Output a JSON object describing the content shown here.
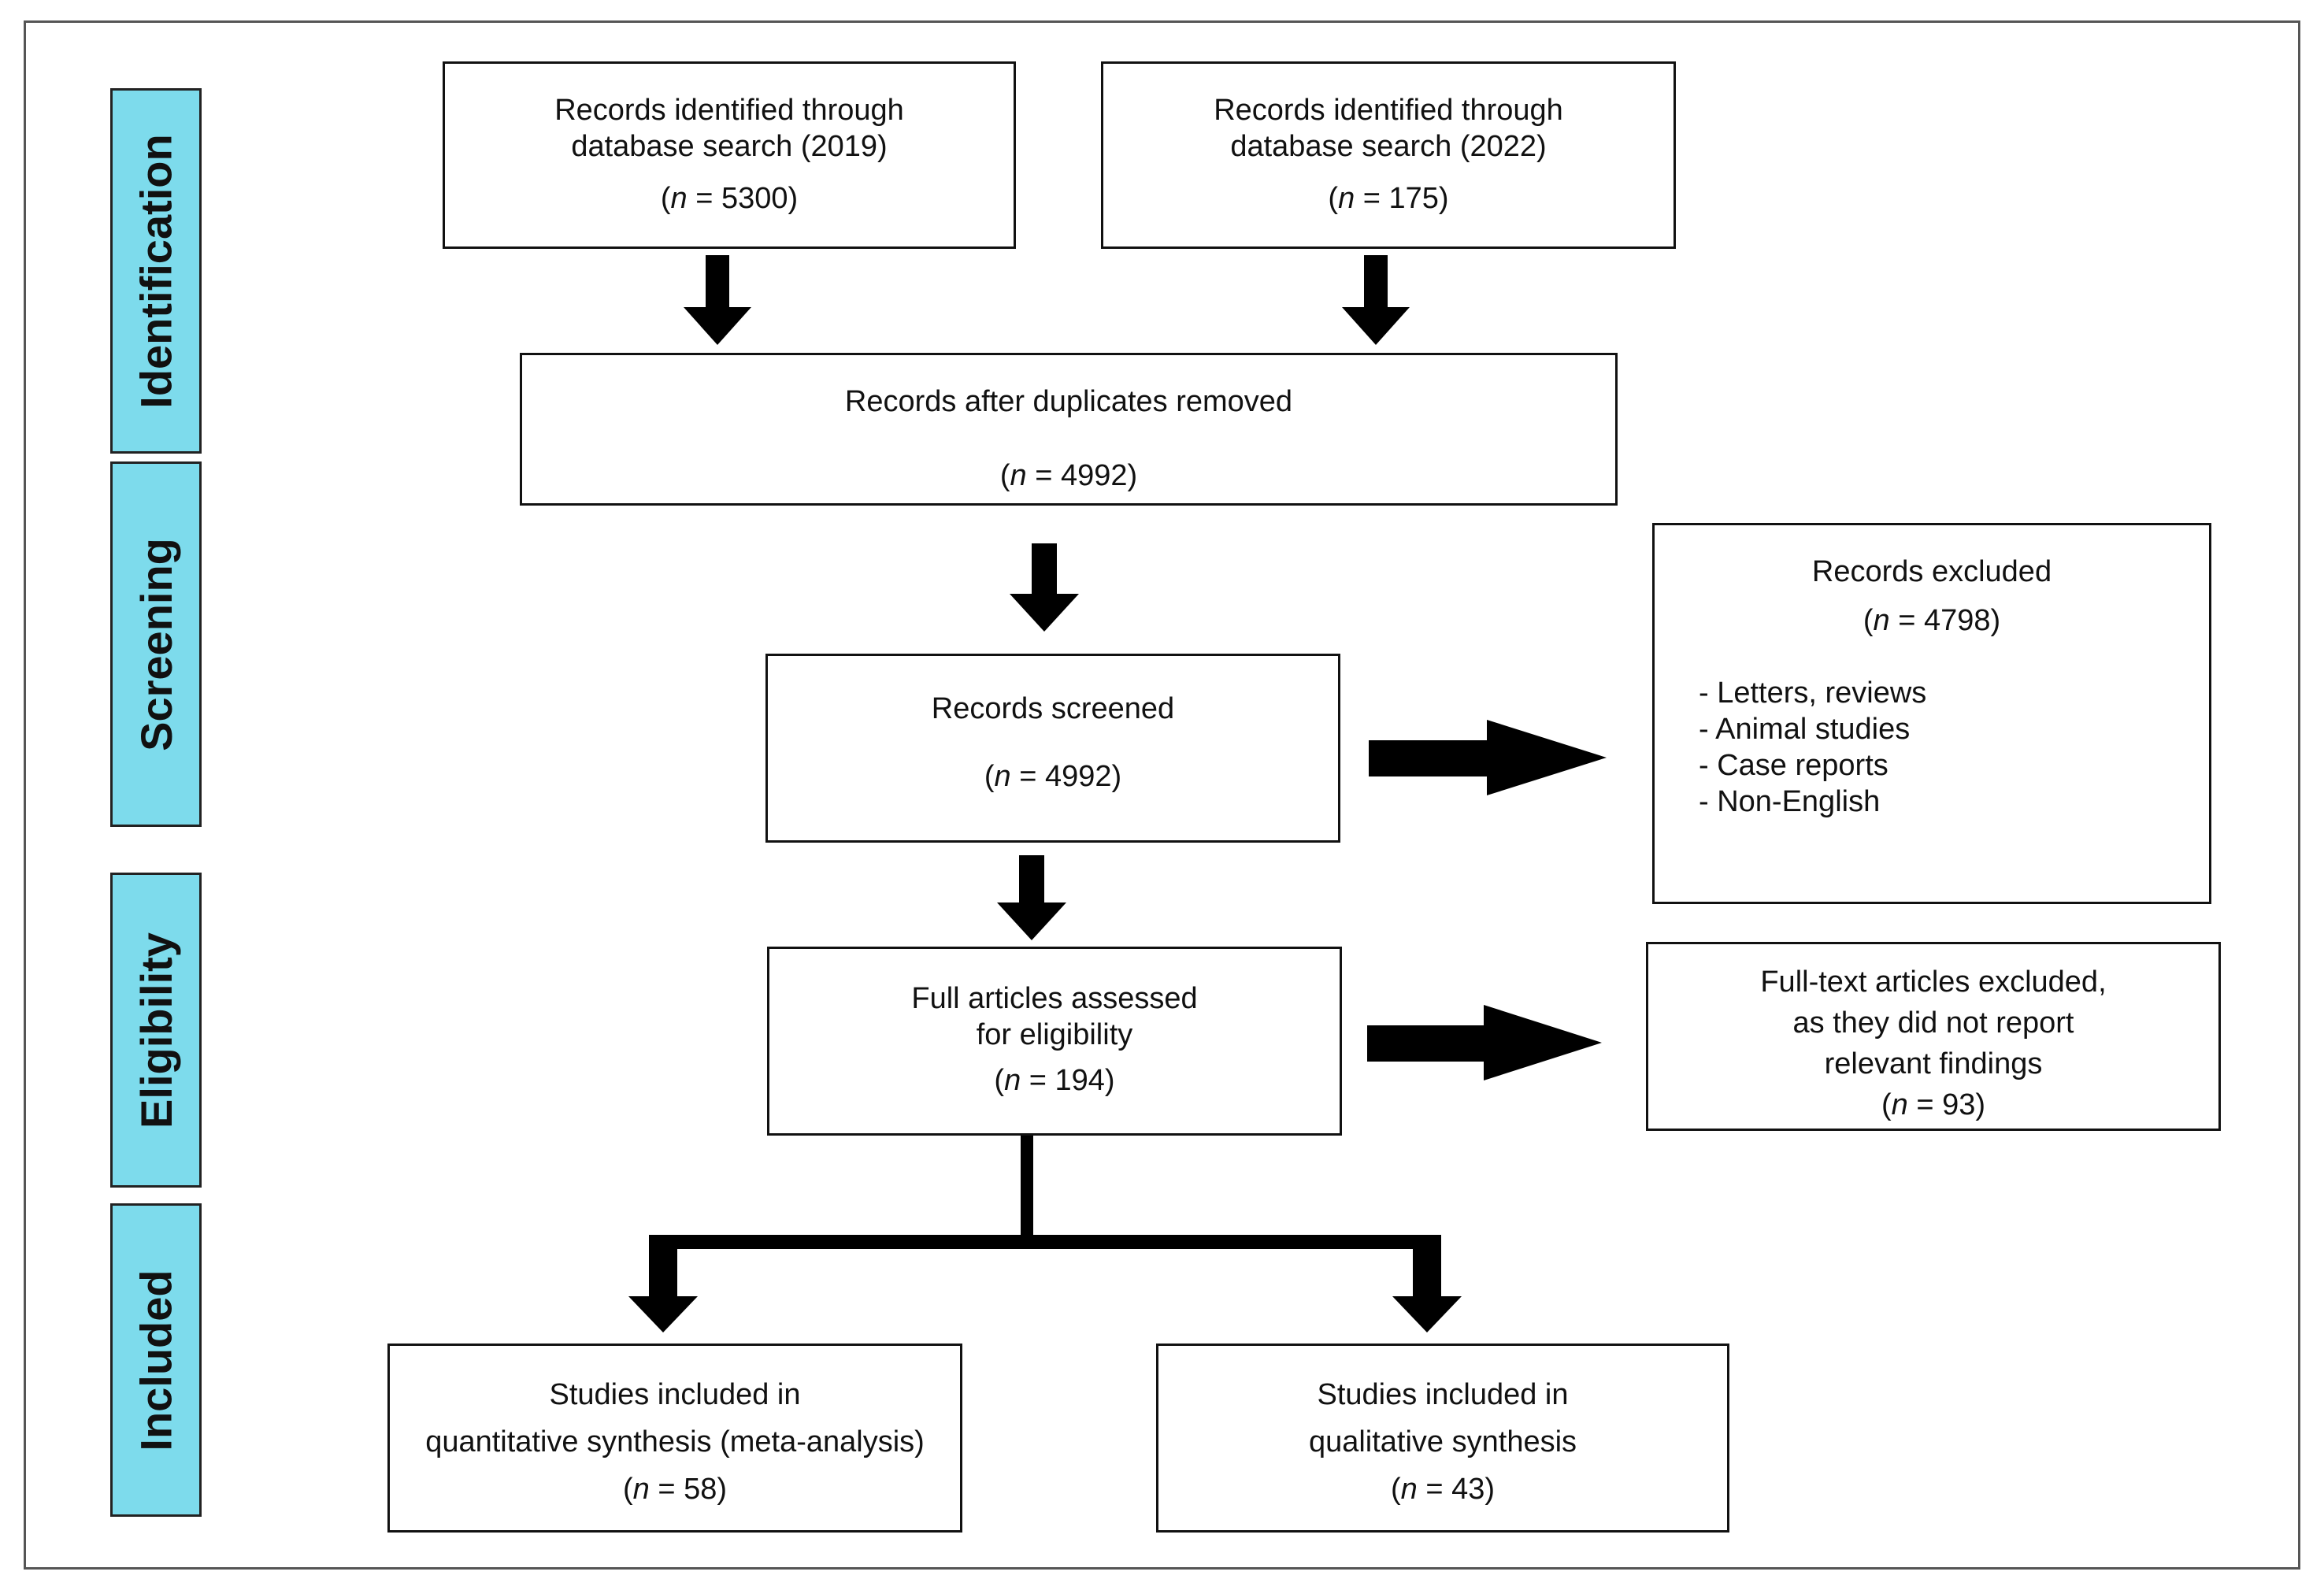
{
  "phases": {
    "identification": "Identification",
    "screening": "Screening",
    "eligibility": "Eligibility",
    "included": "Included"
  },
  "n_symbol": "n",
  "boxes": {
    "db2019": {
      "line1": "Records identified through",
      "line2": "database search (2019)",
      "count": "= 5300)"
    },
    "db2022": {
      "line1": "Records identified through",
      "line2": "database search  (2022)",
      "count": "=  175)"
    },
    "duplicates": {
      "line1": "Records after duplicates removed",
      "count": "= 4992)"
    },
    "screened": {
      "line1": "Records screened",
      "count": "= 4992)"
    },
    "excluded": {
      "line1": "Records excluded",
      "count": "= 4798)",
      "reasons": [
        "- Letters, reviews",
        "- Animal studies",
        "- Case reports",
        "- Non-English"
      ]
    },
    "assessed": {
      "line1": "Full articles assessed",
      "line2": "for eligibility",
      "count": "= 194)"
    },
    "fulltext_excluded": {
      "line1": "Full-text articles excluded,",
      "line2": "as they did not report",
      "line3": "relevant findings",
      "count": "= 93)"
    },
    "quantitative": {
      "line1": "Studies included in",
      "line2": "quantitative synthesis (meta-analysis)",
      "count": "= 58)"
    },
    "qualitative": {
      "line1": "Studies included in",
      "line2": "qualitative synthesis",
      "count": "= 43)"
    }
  },
  "colors": {
    "phase_fill": "#7ddbec",
    "arrow": "#000000",
    "border": "#111111"
  }
}
